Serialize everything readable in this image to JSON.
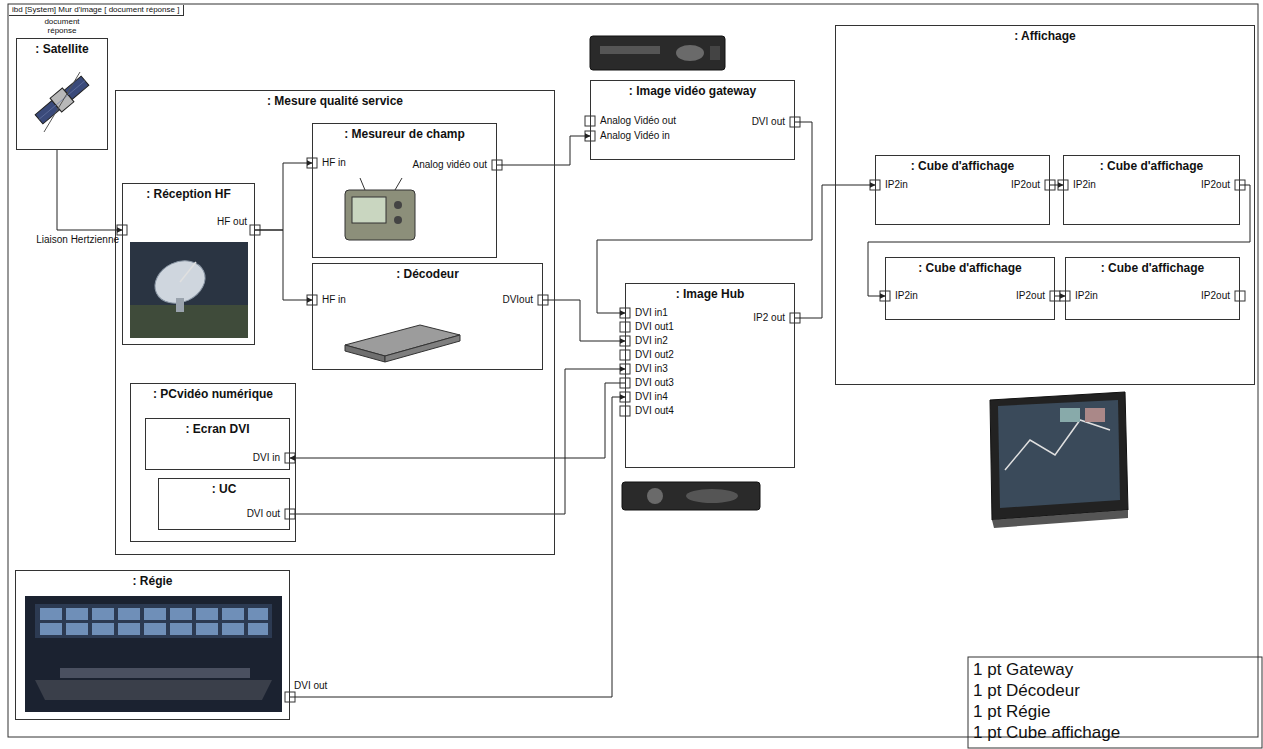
{
  "diagram": {
    "title": "ibd [System] Mur d'image [ document réponse ]",
    "nodes": [
      {
        "text": [
          ": Satellite"
        ]
      },
      {
        "text": [
          ": Mesure qualité service"
        ]
      },
      {
        "text": [
          ": Mesureur de champ"
        ],
        "in": 1
      },
      {
        "text": [
          ": Réception HF"
        ],
        "in": 1
      },
      {
        "text": [
          ": Décodeur"
        ],
        "in": 1
      },
      {
        "text": [
          ": PCvidéo numérique"
        ],
        "in": 1
      },
      {
        "text": [
          ": Ecran DVI"
        ],
        "in": 5
      },
      {
        "text": [
          ": UC"
        ],
        "in": 5
      },
      {
        "text": [
          ": Image vidéo gateway"
        ]
      },
      {
        "text": [
          ": Image Hub"
        ]
      },
      {
        "text": [
          ": Affichage"
        ]
      },
      {
        "text": [
          ": Cube d'affichage"
        ],
        "in": 10
      },
      {
        "text": [
          ": Cube d'affichage"
        ],
        "in": 10
      },
      {
        "text": [
          ": Cube d'affichage"
        ],
        "in": 10
      },
      {
        "text": [
          ": Cube d'affichage"
        ],
        "in": 10
      },
      {
        "text": [
          ": Régie"
        ]
      }
    ],
    "edges": [
      {
        "from": 0,
        "to": 3,
        "arrow": "to"
      },
      {
        "from": 3,
        "to": 2,
        "arrow": "to"
      },
      {
        "from": 3,
        "to": 4,
        "arrow": "to"
      },
      {
        "from": 2,
        "to": 8,
        "arrow": "to"
      },
      {
        "from": 8,
        "to": 9,
        "arrow": "to"
      },
      {
        "from": 4,
        "to": 9,
        "arrow": "to"
      },
      {
        "from": 9,
        "to": 6,
        "arrow": "to"
      },
      {
        "from": 7,
        "to": 9,
        "arrow": "to"
      },
      {
        "from": 15,
        "to": 9,
        "arrow": "to"
      },
      {
        "from": 9,
        "to": 11,
        "arrow": "to"
      },
      {
        "from": 11,
        "to": 12,
        "arrow": "to"
      },
      {
        "from": 12,
        "to": 13,
        "arrow": "to"
      },
      {
        "from": 13,
        "to": 14,
        "arrow": "to"
      }
    ],
    "labels": [
      "document réponse",
      "Liaison Hertzienne",
      "HF out",
      "HF in",
      "Analog vidéo out",
      "HF in",
      "DVIout",
      "DVI in",
      "DVI out",
      "Analog Vidéo out",
      "Analog Vidéo in",
      "DVI out",
      "DVI in1",
      "DVI out1",
      "DVI in2",
      "DVI out2",
      "DVI in3",
      "DVI out3",
      "DVI in4",
      "DVI out4",
      "IP2 out",
      "IP2in",
      "IP2out",
      "IP2in",
      "IP2out",
      "IP2in",
      "IP2out",
      "IP2in",
      "IP2out",
      "DVI out",
      "1 pt Gateway",
      "1 pt Décodeur",
      "1 pt Régie",
      "1 pt Cube affichage"
    ]
  }
}
